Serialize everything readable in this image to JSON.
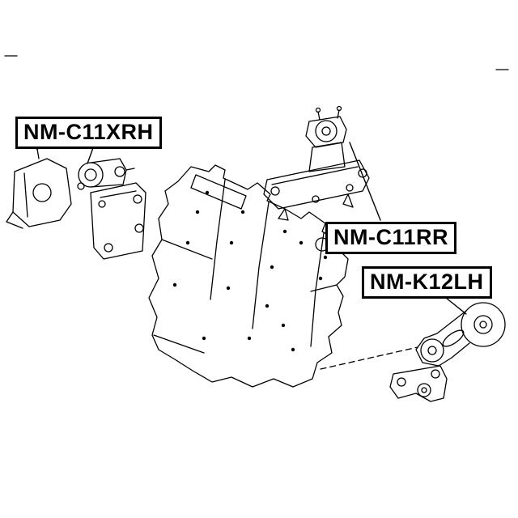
{
  "page": {
    "background": "#ffffff",
    "line_color": "#000000"
  },
  "diagram": {
    "type": "parts-diagram",
    "labels": [
      {
        "id": "nm-c11xrh",
        "text": "NM-C11XRH"
      },
      {
        "id": "nm-c11rr",
        "text": "NM-C11RR"
      },
      {
        "id": "nm-k12lh",
        "text": "NM-K12LH"
      }
    ]
  }
}
